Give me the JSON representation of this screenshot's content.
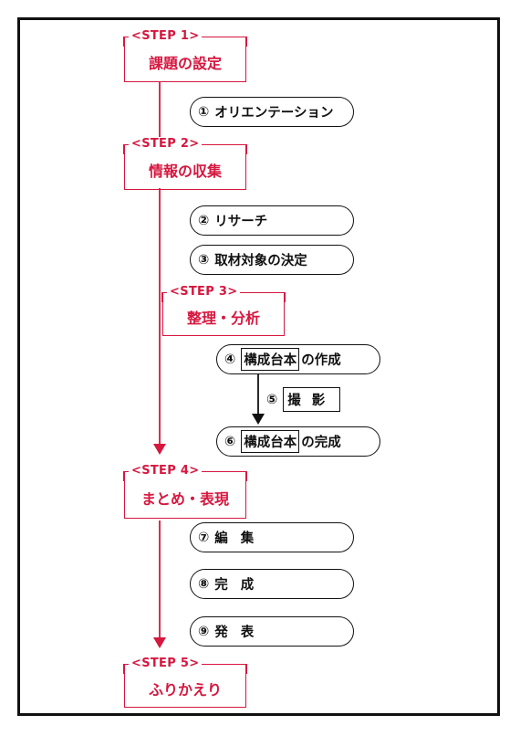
{
  "colors": {
    "accent": "#d6173f",
    "ink": "#111111"
  },
  "steps": [
    {
      "label": "<STEP 1>",
      "title": "課題の設定"
    },
    {
      "label": "<STEP 2>",
      "title": "情報の収集"
    },
    {
      "label": "<STEP 3>",
      "title": "整理・分析"
    },
    {
      "label": "<STEP 4>",
      "title": "まとめ・表現"
    },
    {
      "label": "<STEP 5>",
      "title": "ふりかえり"
    }
  ],
  "tasks": {
    "t1": {
      "num": "①",
      "text": "オリエンテーション"
    },
    "t2": {
      "num": "②",
      "text": "リサーチ"
    },
    "t3": {
      "num": "③",
      "text": "取材対象の決定"
    },
    "t4": {
      "num": "④",
      "boxed": "構成台本",
      "text": "の作成"
    },
    "t5": {
      "num": "⑤",
      "boxed": "撮影"
    },
    "t6": {
      "num": "⑥",
      "boxed": "構成台本",
      "text": "の完成"
    },
    "t7": {
      "num": "⑦",
      "text": "編集"
    },
    "t8": {
      "num": "⑧",
      "text": "完成"
    },
    "t9": {
      "num": "⑨",
      "text": "発表"
    }
  }
}
